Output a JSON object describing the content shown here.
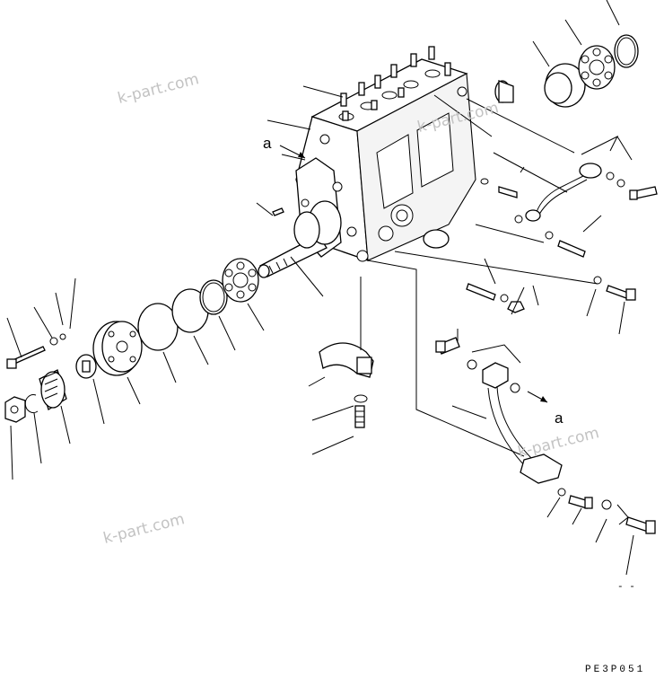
{
  "diagram": {
    "reference_labels": [
      "a",
      "a"
    ],
    "watermarks": [
      "k-part.com",
      "k-part.com",
      "k-part.com",
      "k-part.com"
    ],
    "drawing_code": "PE3P051",
    "corner_mark": "- -"
  }
}
